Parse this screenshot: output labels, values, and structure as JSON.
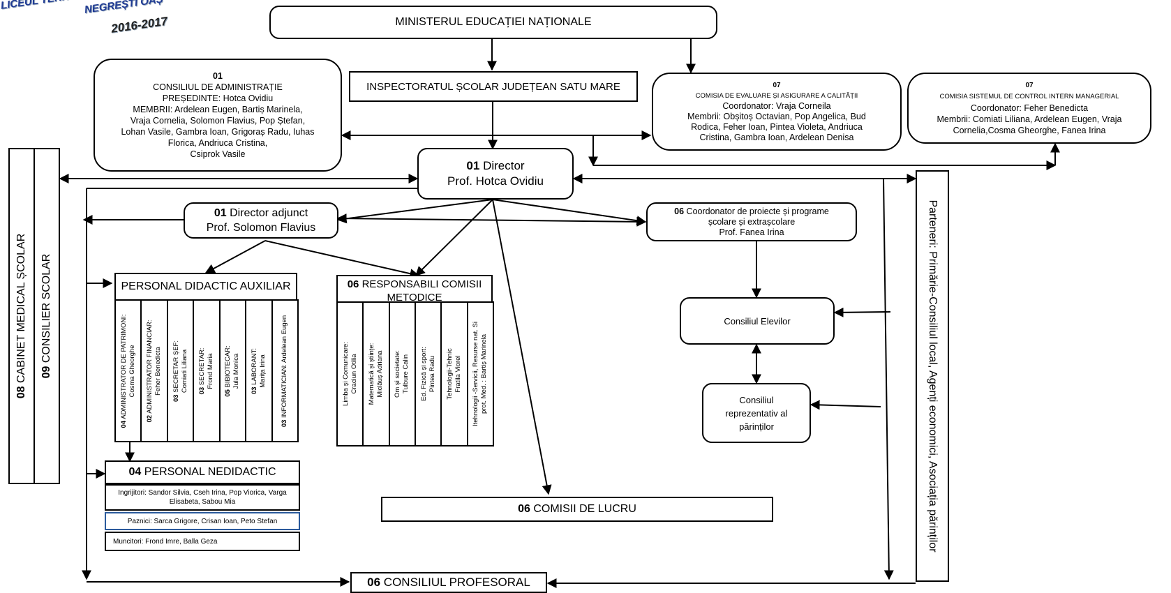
{
  "banner": {
    "line1": "LICEUL TEHNOLO",
    "line2": "NEGREȘTI OAȘ",
    "year": "2016-2017"
  },
  "ministry": "MINISTERUL EDUCAȚIEI NAȚIONALE",
  "inspectorate": "INSPECTORATUL ȘCOLAR JUDEȚEAN SATU MARE",
  "admin_council": {
    "code": "01",
    "title": "CONSILIUL DE ADMINISTRAȚIE",
    "president": "PREȘEDINTE: Hotca Ovidiu",
    "members_1": "MEMBRII: Ardelean Eugen, Bartiș Marinela,",
    "members_2": "Vraja Cornelia, Solomon Flavius, Pop Ștefan,",
    "members_3": "Lohan Vasile, Gambra Ioan, Grigoraș Radu, Iuhas",
    "members_4": "Florica, Andriuca Cristina,",
    "members_5": "Csiprok Vasile"
  },
  "quality_commission": {
    "code": "07",
    "title": "COMISIA DE EVALUARE ȘI  ASIGURARE A CALITĂȚII",
    "coordinator": "Coordonator: Vraja Corneila",
    "members_1": "Membrii: Obșitoș Octavian, Pop Angelica, Bud",
    "members_2": "Rodica, Feher Ioan, Pintea Violeta, Andriuca",
    "members_3": "Cristina, Gambra Ioan, Ardelean Denisa"
  },
  "internal_control": {
    "code": "07",
    "title": "COMISIA SISTEMUL DE CONTROL INTERN MANAGERIAL",
    "coordinator": "Coordonator: Feher Benedicta",
    "members_1": "Membrii: Comiati Liliana, Ardelean Eugen, Vraja",
    "members_2": "Cornelia,Cosma Gheorghe, Fanea Irina"
  },
  "director": {
    "code": "01",
    "title": "Director",
    "name": "Prof. Hotca Ovidiu"
  },
  "deputy": {
    "code": "01",
    "title": "Director adjunct",
    "name": "Prof. Solomon Flavius"
  },
  "projects": {
    "code": "06",
    "title_1": "Coordonator de proiecte și programe",
    "title_2": "școlare și extrașcolare",
    "name": "Prof. Fanea Irina"
  },
  "medical": {
    "code": "08",
    "label": "CABINET MEDICAL ȘCOLAR"
  },
  "counselor": {
    "code": "09",
    "label": "CONSILIER SCOLAR"
  },
  "partners": "Parteneri: Primărie-Consiliul local, Agenți economici, Asociația părinților",
  "aux_staff": {
    "title": "PERSONAL DIDACTIC AUXILIAR",
    "columns": [
      {
        "code": "04",
        "role": "ADMINISTRATOR DE PATRIMONI:",
        "name": "Cosma Gheorghe"
      },
      {
        "code": "02",
        "role": "ADMINISTRATOR FINANCIAR:",
        "name": "Feher Benedicta"
      },
      {
        "code": "03",
        "role": "SECRETAR ȘEF:",
        "name": "Comiati Liliana"
      },
      {
        "code": "03",
        "role": "SECRETAR:",
        "name": "Frond Maria"
      },
      {
        "code": "05",
        "role": "BIBIOTECAR:",
        "name": "Jula Monica"
      },
      {
        "code": "03",
        "role": "LABORANT:",
        "name": "Marița Irina"
      },
      {
        "code": "03",
        "role": "INFORMATICIAN: Ardelean Eugen",
        "name": ""
      }
    ]
  },
  "methodical": {
    "code": "06",
    "title": "RESPONSABILI COMISII METODICE",
    "columns": [
      {
        "line1": "Limba și Comunicare:",
        "line2": "Craciun Otilia"
      },
      {
        "line1": "Matematică și științe:",
        "line2": "Miclăuș Adriana"
      },
      {
        "line1": "Om și societate:",
        "line2": "Tulbure Calin"
      },
      {
        "line1": "Ed. Fizică și sport:",
        "line2": "Pintea Radu"
      },
      {
        "line1": "Tehnologii-Tehnic",
        "line2": "Fratila Viorel"
      },
      {
        "line1": "Itehnologii -Servicii, Resurse nat. Si",
        "line2": "prot. Med. : Bartiș Marinela"
      }
    ]
  },
  "non_teaching": {
    "code": "04",
    "title": "PERSONAL NEDIDACTIC",
    "rows": [
      "Ingrijitori: Sandor Silvia, Cseh Irina, Pop Viorica, Varga Elisabeta, Sabou Mia",
      "Paznici: Sarca Grigore, Crisan Ioan, Peto Stefan",
      "Muncitori: Frond Imre, Balla Geza"
    ]
  },
  "students_council": "Consiliul Elevilor",
  "parents_council": {
    "line1": "Consiliul",
    "line2": "reprezentativ al",
    "line3": "părinților"
  },
  "work_commissions": {
    "code": "06",
    "title": "COMISII DE LUCRU"
  },
  "teachers_council": {
    "code": "06",
    "title": "CONSILIUL PROFESORAL"
  }
}
